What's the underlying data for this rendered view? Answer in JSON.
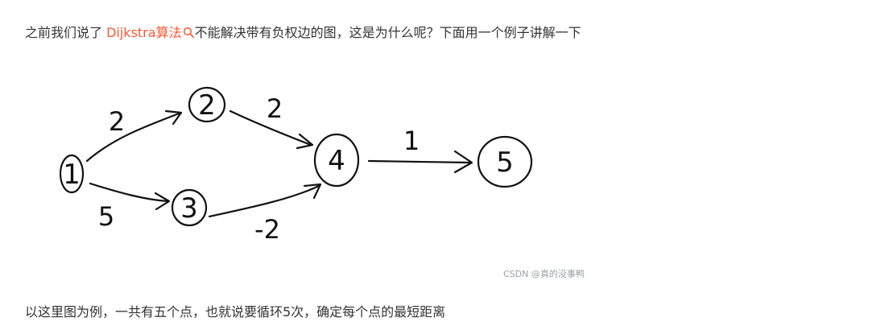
{
  "paragraph1": {
    "before": "之前我们说了 ",
    "link": "Dijkstra算法",
    "after": "不能解决带有负权边的图，这是为什么呢？下面用一个例子讲解一下"
  },
  "graph": {
    "nodes": [
      "1",
      "2",
      "3",
      "4",
      "5"
    ],
    "edges": [
      {
        "from": "1",
        "to": "2",
        "weight": "2"
      },
      {
        "from": "1",
        "to": "3",
        "weight": "5"
      },
      {
        "from": "2",
        "to": "4",
        "weight": "2"
      },
      {
        "from": "3",
        "to": "4",
        "weight": "-2"
      },
      {
        "from": "4",
        "to": "5",
        "weight": "1"
      }
    ]
  },
  "watermark": "CSDN @真的没事鸭",
  "paragraph2": "以这里图为例，一共有五个点，也就说要循环5次，确定每个点的最短距离",
  "colors": {
    "link": "#fc5531",
    "text": "#333333",
    "watermark": "#9aa0a6"
  }
}
